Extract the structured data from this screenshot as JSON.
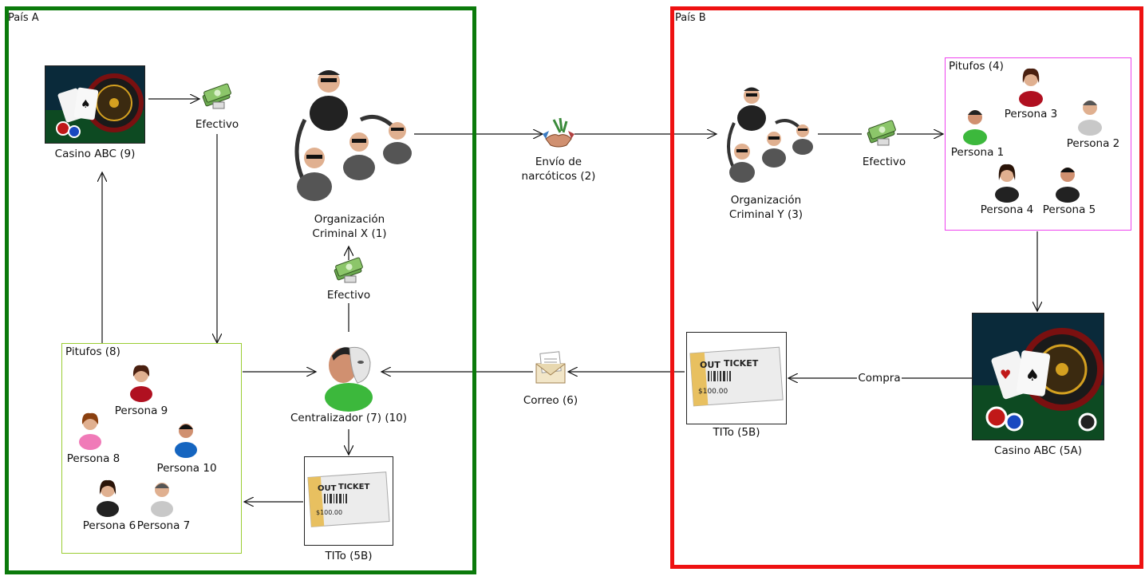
{
  "regions": {
    "a": {
      "title": "País A",
      "color": "#0b7a0b"
    },
    "b": {
      "title": "País B",
      "color": "#ee1111"
    }
  },
  "nodes": {
    "casino9": "Casino ABC (9)",
    "efectivo_a1": "Efectivo",
    "org_x": "Organización Criminal X (1)",
    "efectivo_a2": "Efectivo",
    "centralizador": "Centralizador (7) (10)",
    "tito_a": "TITo (5B)",
    "envio": "Envío de narcóticos (2)",
    "correo": "Correo (6)",
    "org_y": "Organización Criminal Y (3)",
    "efectivo_b": "Efectivo",
    "tito_b": "TITo (5B)",
    "casino5a": "Casino ABC (5A)",
    "compra": "Compra"
  },
  "groups": {
    "pitufos8": {
      "title": "Pitufos (8)",
      "border": "#9acd32",
      "people": [
        "Persona 9",
        "Persona 8",
        "Persona 10",
        "Persona 6",
        "Persona 7"
      ]
    },
    "pitufos4": {
      "title": "Pitufos (4)",
      "border": "#ee44ee",
      "people": [
        "Persona 3",
        "Persona 1",
        "Persona 2",
        "Persona 4",
        "Persona 5"
      ]
    }
  },
  "ticket": {
    "l1": "OUT",
    "l2": "TICKET",
    "amount": "$100.00"
  },
  "icons": {
    "money": "cash-stack-icon",
    "handshake": "handshake-icon",
    "mail": "envelope-icon",
    "mask": "masked-person-icon",
    "gang": "gang-icon",
    "person": "person-icon",
    "casino": "casino-roulette-icon"
  },
  "colors": {
    "person_green": "#3cb83c",
    "person_red": "#b01020",
    "person_pink": "#f07ab8",
    "person_blue": "#1565c0",
    "person_black": "#222222",
    "person_gray": "#c8c8c8"
  }
}
